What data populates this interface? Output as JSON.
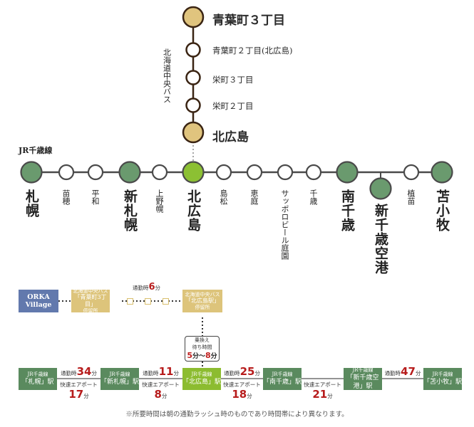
{
  "bus_line": {
    "name": "北海道中央バス",
    "stops": [
      {
        "name": "青葉町３丁目",
        "major": true
      },
      {
        "name": "青葉町２丁目(北広島)",
        "major": false
      },
      {
        "name": "栄町３丁目",
        "major": false
      },
      {
        "name": "栄町２丁目",
        "major": false
      },
      {
        "name": "北広島",
        "major": true
      }
    ]
  },
  "rail_line": {
    "name": "JR千歳線",
    "stations": [
      {
        "name": "札幌",
        "type": "major"
      },
      {
        "name": "苗穂",
        "type": "minor"
      },
      {
        "name": "平和",
        "type": "minor"
      },
      {
        "name": "新札幌",
        "type": "major"
      },
      {
        "name": "上野幌",
        "type": "minor"
      },
      {
        "name": "北広島",
        "type": "current"
      },
      {
        "name": "島松",
        "type": "minor"
      },
      {
        "name": "恵庭",
        "type": "minor"
      },
      {
        "name": "サッポロビール庭園",
        "type": "minor"
      },
      {
        "name": "千歳",
        "type": "minor"
      },
      {
        "name": "南千歳",
        "type": "major"
      },
      {
        "name": "新千歳空港",
        "type": "branch"
      },
      {
        "name": "植苗",
        "type": "minor"
      },
      {
        "name": "苫小牧",
        "type": "major"
      }
    ]
  },
  "flow": {
    "origin": "ORKA Village",
    "bus_from": {
      "line": "北海道中央バス",
      "name": "「青葉町3丁目」",
      "suffix": "停留所"
    },
    "bus_to": {
      "line": "北海道中央バス",
      "name": "「北広島駅」",
      "suffix": "停留所"
    },
    "bus_time": {
      "prefix": "通勤時",
      "value": "6",
      "unit": "分"
    },
    "transfer": {
      "line1": "乗換え",
      "line2": "待ち時間",
      "from": "5",
      "to": "8",
      "unit": "分",
      "sep": "〜"
    },
    "stations": [
      {
        "line": "JR千歳線",
        "name": "「札幌」駅",
        "active": false
      },
      {
        "line": "JR千歳線",
        "name": "「新札幌」駅",
        "active": false
      },
      {
        "line": "JR千歳線",
        "name": "「北広島」駅",
        "active": true
      },
      {
        "line": "JR千歳線",
        "name": "「南千歳」駅",
        "active": false
      },
      {
        "line": "JR千歳線",
        "name": "「新千歳空港」駅",
        "active": false
      },
      {
        "line": "JR千歳線",
        "name": "「苫小牧」駅",
        "active": false
      }
    ],
    "segments": [
      {
        "commute_prefix": "通勤時",
        "commute": "34",
        "express_label": "快速エアポート",
        "express": "17",
        "unit": "分"
      },
      {
        "commute_prefix": "通勤時",
        "commute": "11",
        "express_label": "快速エアポート",
        "express": "8",
        "unit": "分"
      },
      {
        "commute_prefix": "通勤時",
        "commute": "25",
        "express_label": "快速エアポート",
        "express": "18",
        "unit": "分"
      },
      {
        "commute_prefix": "",
        "commute": "",
        "express_label": "快速エアポート",
        "express": "21",
        "unit": "分"
      },
      {
        "commute_prefix": "通勤時",
        "commute": "47",
        "express_label": "",
        "express": "",
        "unit": "分"
      }
    ]
  },
  "note": "※所要時間は朝の通勤ラッシュ時のものであり時間帯により異なります。",
  "colors": {
    "bus_stop_major": "#e0c47e",
    "bus_stroke": "#3a2413",
    "rail_major": "#6a9a6e",
    "rail_current": "#8cc033",
    "rail_stroke": "#4a4a4a",
    "orka": "#6279ad",
    "busstop_box": "#ddc47b",
    "jr_box": "#5a8a5e",
    "jr_box_active": "#8cbc30",
    "time_red": "#b71c1c"
  }
}
